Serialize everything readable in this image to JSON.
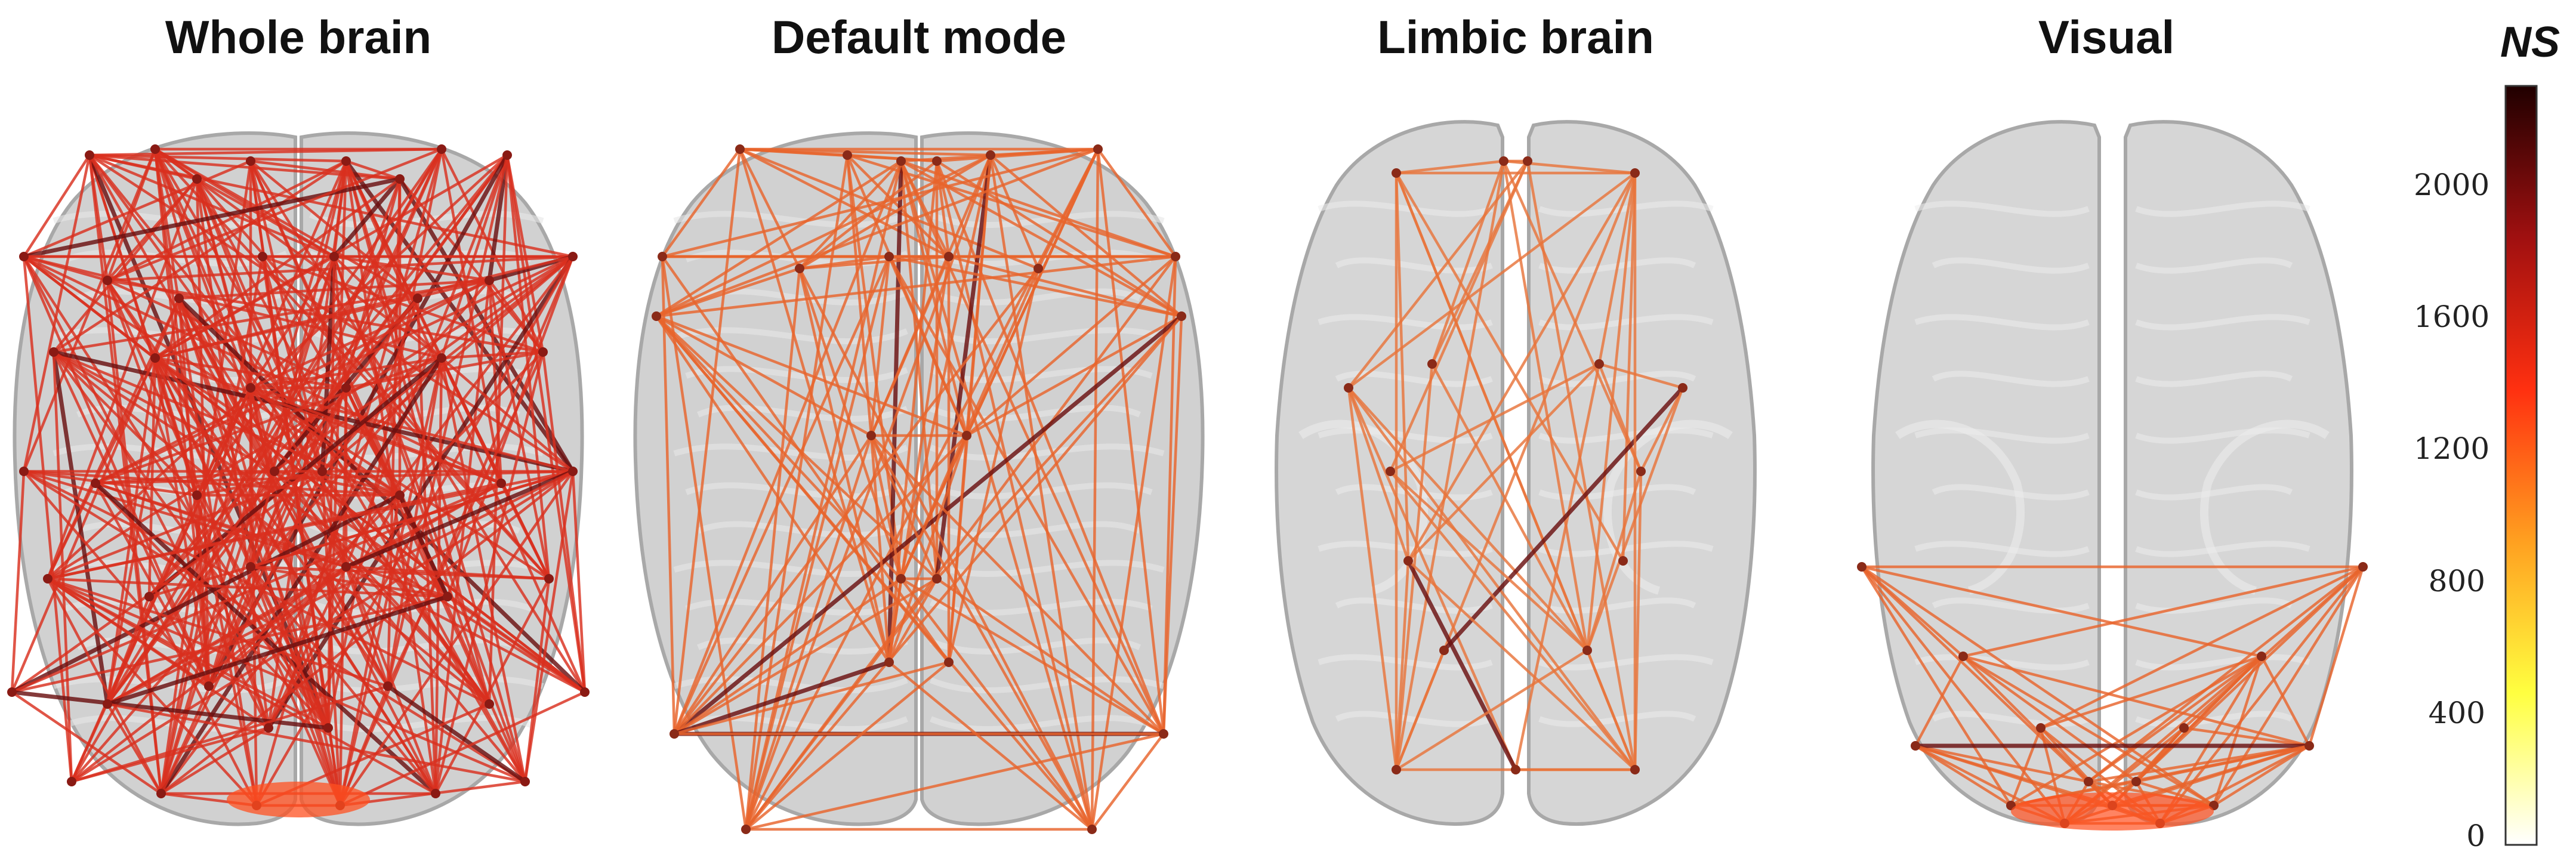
{
  "panels": [
    {
      "title": "Whole brain",
      "view": "dorsal",
      "edge_color": "#d62418",
      "node_color": "#8a1a14"
    },
    {
      "title": "Default mode",
      "view": "dorsal",
      "edge_color": "#e8642c",
      "node_color": "#8a2a18"
    },
    {
      "title": "Limbic brain",
      "view": "ventral",
      "edge_color": "#e8743a",
      "node_color": "#8a2a18"
    },
    {
      "title": "Visual",
      "view": "ventral",
      "edge_color": "#e8642c",
      "node_color": "#8a2a18"
    }
  ],
  "colorbar": {
    "title": "NS",
    "ticks": [
      "2000",
      "1600",
      "1200",
      "800",
      "400",
      "0"
    ],
    "tick_values": [
      2000,
      1600,
      1200,
      800,
      400,
      0
    ],
    "max": 2300,
    "stops": [
      "#ffffff",
      "#ffff40",
      "#ffa020",
      "#ff3010",
      "#a01010",
      "#200000"
    ]
  }
}
